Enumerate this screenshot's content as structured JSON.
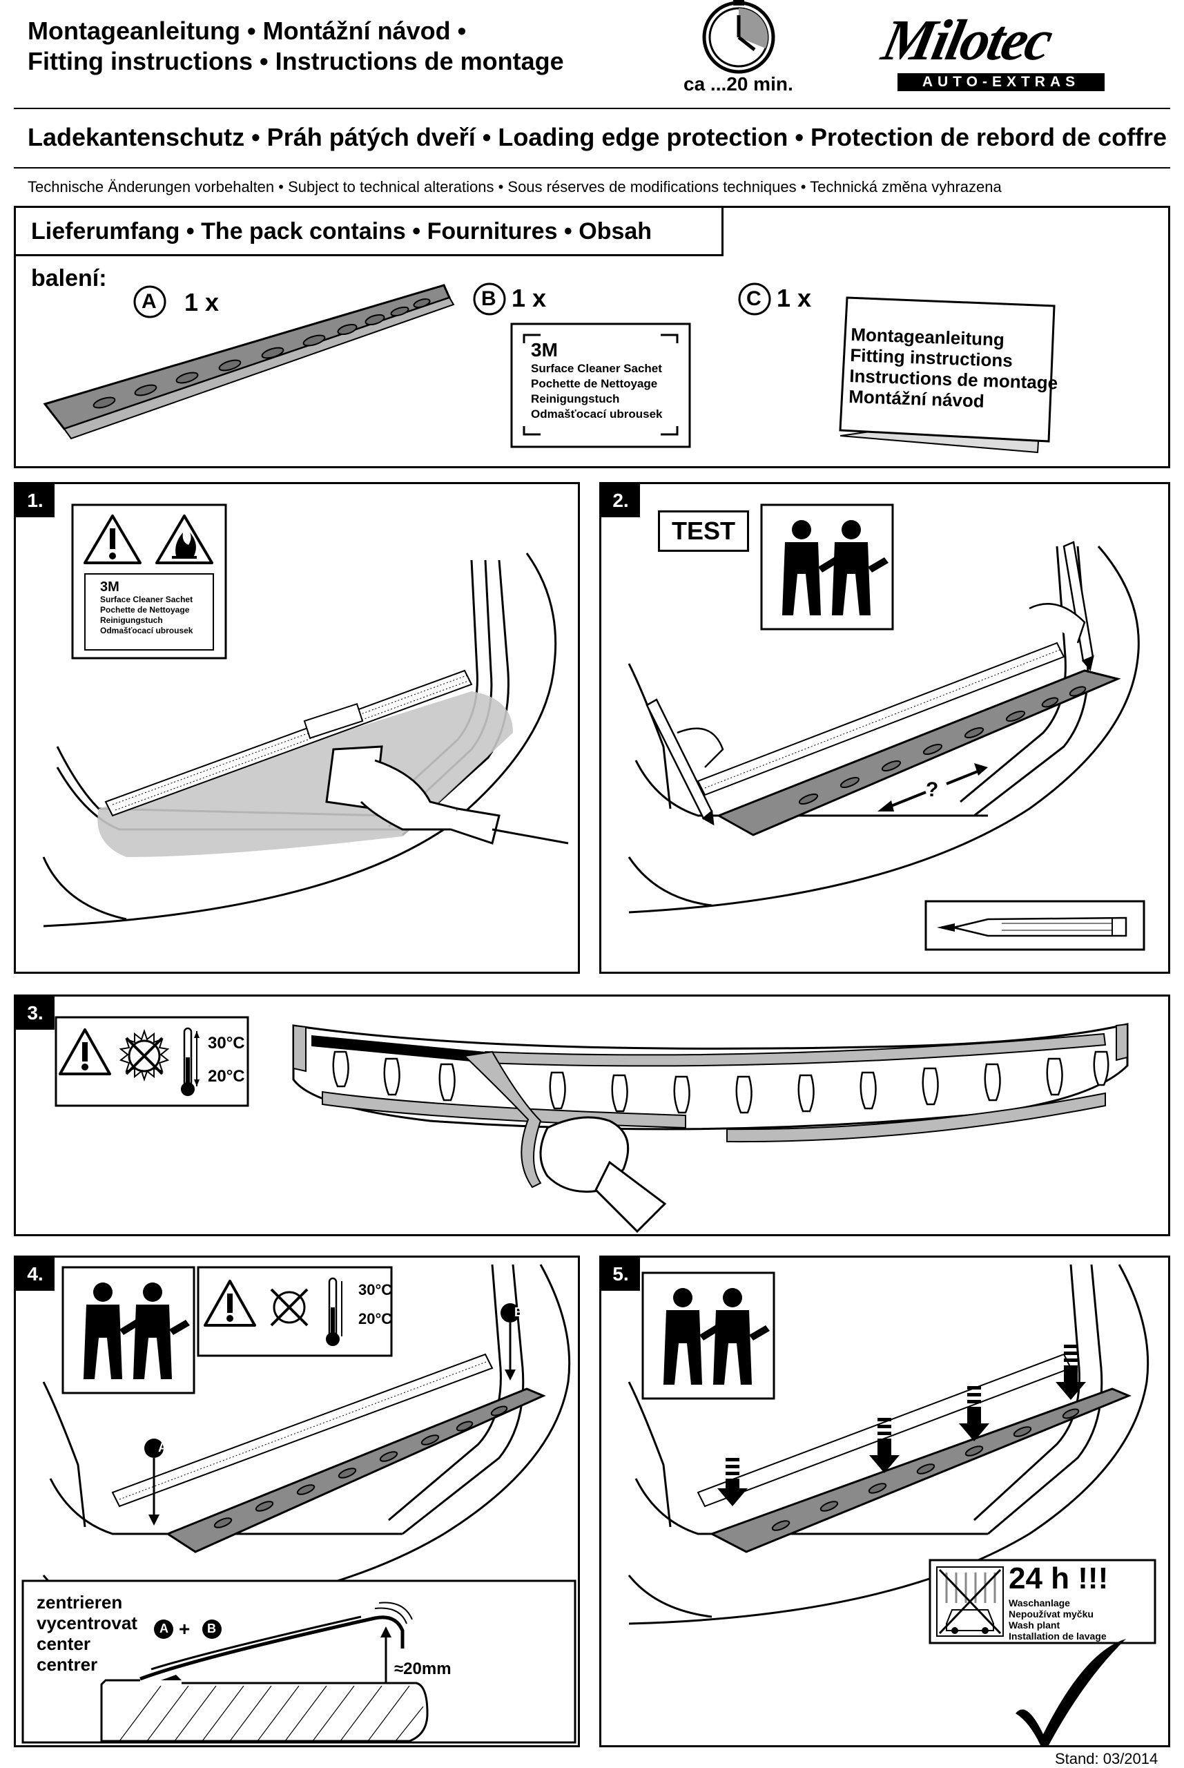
{
  "header": {
    "title_line1": "Montageanleitung • Montážní návod •",
    "title_line2": "Fitting instructions • Instructions de montage",
    "time": "ca ...20 min.",
    "brand": "Milotec",
    "brand_sub": "AUTO-EXTRAS",
    "product": "Ladekantenschutz • Práh pátých dveří • Loading edge protection • Protection de rebord de coffre",
    "note": "Technische Änderungen vorbehalten • Subject to technical alterations • Sous réserves de modifications techniques • Technická změna vyhrazena"
  },
  "pack": {
    "title": "Lieferumfang • The pack contains • Fournitures • Obsah balení:",
    "items": [
      {
        "letter": "A",
        "qty": "1 x"
      },
      {
        "letter": "B",
        "qty": "1 x"
      },
      {
        "letter": "C",
        "qty": "1 x"
      }
    ],
    "sachet": [
      "3M",
      "Surface Cleaner Sachet",
      "Pochette de Nettoyage",
      "Reinigungstuch",
      "Odmašťocací ubrousek"
    ],
    "manual": [
      "Montageanleitung",
      "Fitting instructions",
      "Instructions de montage",
      "Montážní návod"
    ]
  },
  "steps": {
    "s1": {
      "num": "1."
    },
    "s2": {
      "num": "2.",
      "test": "TEST"
    },
    "s3": {
      "num": "3.",
      "t_high": "30°C",
      "t_low": "20°C"
    },
    "s4": {
      "num": "4.",
      "t_high": "30°C",
      "t_low": "20°C",
      "marker_a": "A",
      "marker_b": "B",
      "center_lines": [
        "zentrieren",
        "vycentrovat",
        "center",
        "centrer"
      ],
      "plus": "+",
      "gap": "≈20mm"
    },
    "s5": {
      "num": "5.",
      "wait": "24 h !!!",
      "wash": [
        "Waschanlage",
        "Nepoužívat myčku",
        "Wash plant",
        "Installation de lavage"
      ]
    }
  },
  "footer": {
    "stand": "Stand: 03/2014"
  }
}
